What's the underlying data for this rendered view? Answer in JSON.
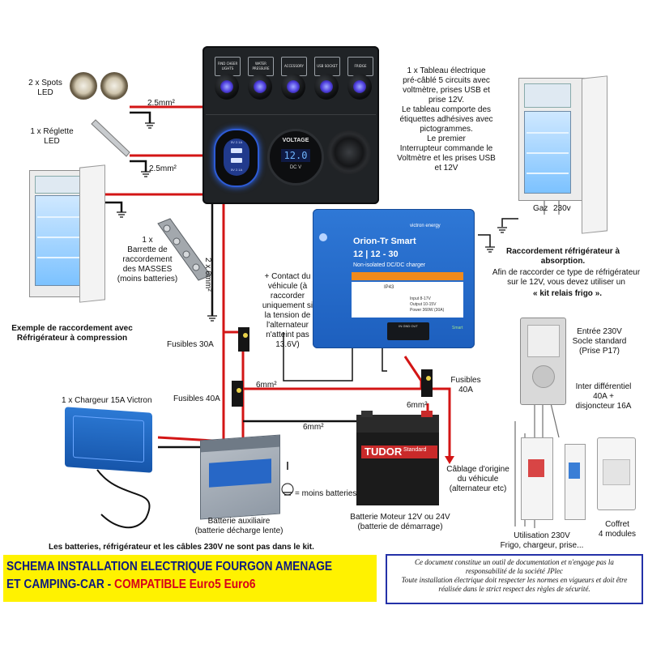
{
  "colors": {
    "wire_red": "#d31515",
    "wire_black": "#111111",
    "banner_yellow": "#fff200",
    "banner_blue": "#0d1a80",
    "banner_red": "#d8001a",
    "panel_dark": "#202326",
    "victron_blue": "#1f66c4"
  },
  "labels": {
    "spots": "2 x Spots\nLED",
    "reglette": "1 x Réglette\nLED",
    "wire_25a": "2.5mm²",
    "wire_25b": "2.5mm²",
    "tableau": "1 x Tableau électrique\npré-câblé 5 circuits avec\nvoltmètre, prises USB et\nprise 12V.\nLe tableau comporte des\nétiquettes adhésives avec\npictogrammes.\nLe premier\nInterrupteur commande le\nVoltmètre et les prises USB\net 12V",
    "barrette": "1 x\nBarrette de\nraccordement\ndes MASSES\n(moins batteries)",
    "wire_6mm_vert": "2 x 6mm²",
    "contact": "+ Contact du\nvéhicule (à\nraccorder\nuniquement si\nla tension de\nl'alternateur\nn'atteint pas\n13.6V)",
    "exemple": "Exemple de raccordement avec\nRéfrigérateur à compression",
    "gaz": "Gaz",
    "v230": "230v",
    "absorption_title": "Raccordement réfrigérateur à\nabsorption.",
    "absorption_body": "Afin de raccorder ce type de réfrigérateur\nsur le 12V, vous devez utiliser un",
    "kit": "« kit relais frigo ».",
    "fusibles30": "Fusibles 30A",
    "fusibles40a": "Fusibles 40A",
    "fusibles40b": "Fusibles\n40A",
    "wire_6mm_a": "6mm²",
    "wire_6mm_b": "6mm²",
    "wire_6mm_c": "6mm²",
    "chargeur": "1 x Chargeur 15A Victron",
    "moins": "= moins batteries",
    "aux": "Batterie auxiliaire\n(batterie décharge lente)",
    "motor": "Batterie Moteur 12V ou 24V\n(batterie de démarrage)",
    "cablage": "Câblage d'origine\ndu véhicule\n(alternateur etc)",
    "entree": "Entrée 230V\nSocle standard\n(Prise P17)",
    "inter": "Inter différentiel\n40A +\ndisjoncteur 16A",
    "coffret": "Coffret\n4 modules",
    "utilisation": "Utilisation 230V\nFrigo, chargeur, prise...",
    "note": "Les batteries, réfrigérateur et les câbles 230V ne sont pas dans le kit."
  },
  "panel": {
    "switch_labels": [
      "FIND CHEER LIGHTS",
      "WATER PRESSURE",
      "ACCESSORY",
      "USB SOCKET",
      "FRIDGE"
    ],
    "usb_top": "5V 2.1A",
    "usb_bottom": "5V 2.1A",
    "voltage_title": "VOLTAGE",
    "voltage_value": "12.0",
    "voltage_dc": "DC    V"
  },
  "orion": {
    "brand": "victron energy",
    "name1": "Orion-Tr Smart",
    "name2": "12 | 12 - 30",
    "subtitle": "Non-isolated DC/DC charger",
    "ip": "IP43",
    "input": "Input  8-17V",
    "output": "Output  10-15V",
    "power": "Power  360W (30A)",
    "ports": "IN    GND    OUT",
    "ready": "Smart"
  },
  "battery": {
    "tudor": "TUDOR",
    "standard": "Standard"
  },
  "banner": {
    "line1": "SCHEMA INSTALLATION ELECTRIQUE FOURGON AMENAGE",
    "line2a": "ET CAMPING-CAR - ",
    "line2b": "COMPATIBLE Euro5 Euro6"
  },
  "disclaimer": "Ce document constitue un outil de documentation et n'engage pas la\nresponsabilité de la société JPlec\nToute installation électrique doit respecter les normes en vigueurs et doit être\nréalisée dans le strict respect des règles de sécurité."
}
